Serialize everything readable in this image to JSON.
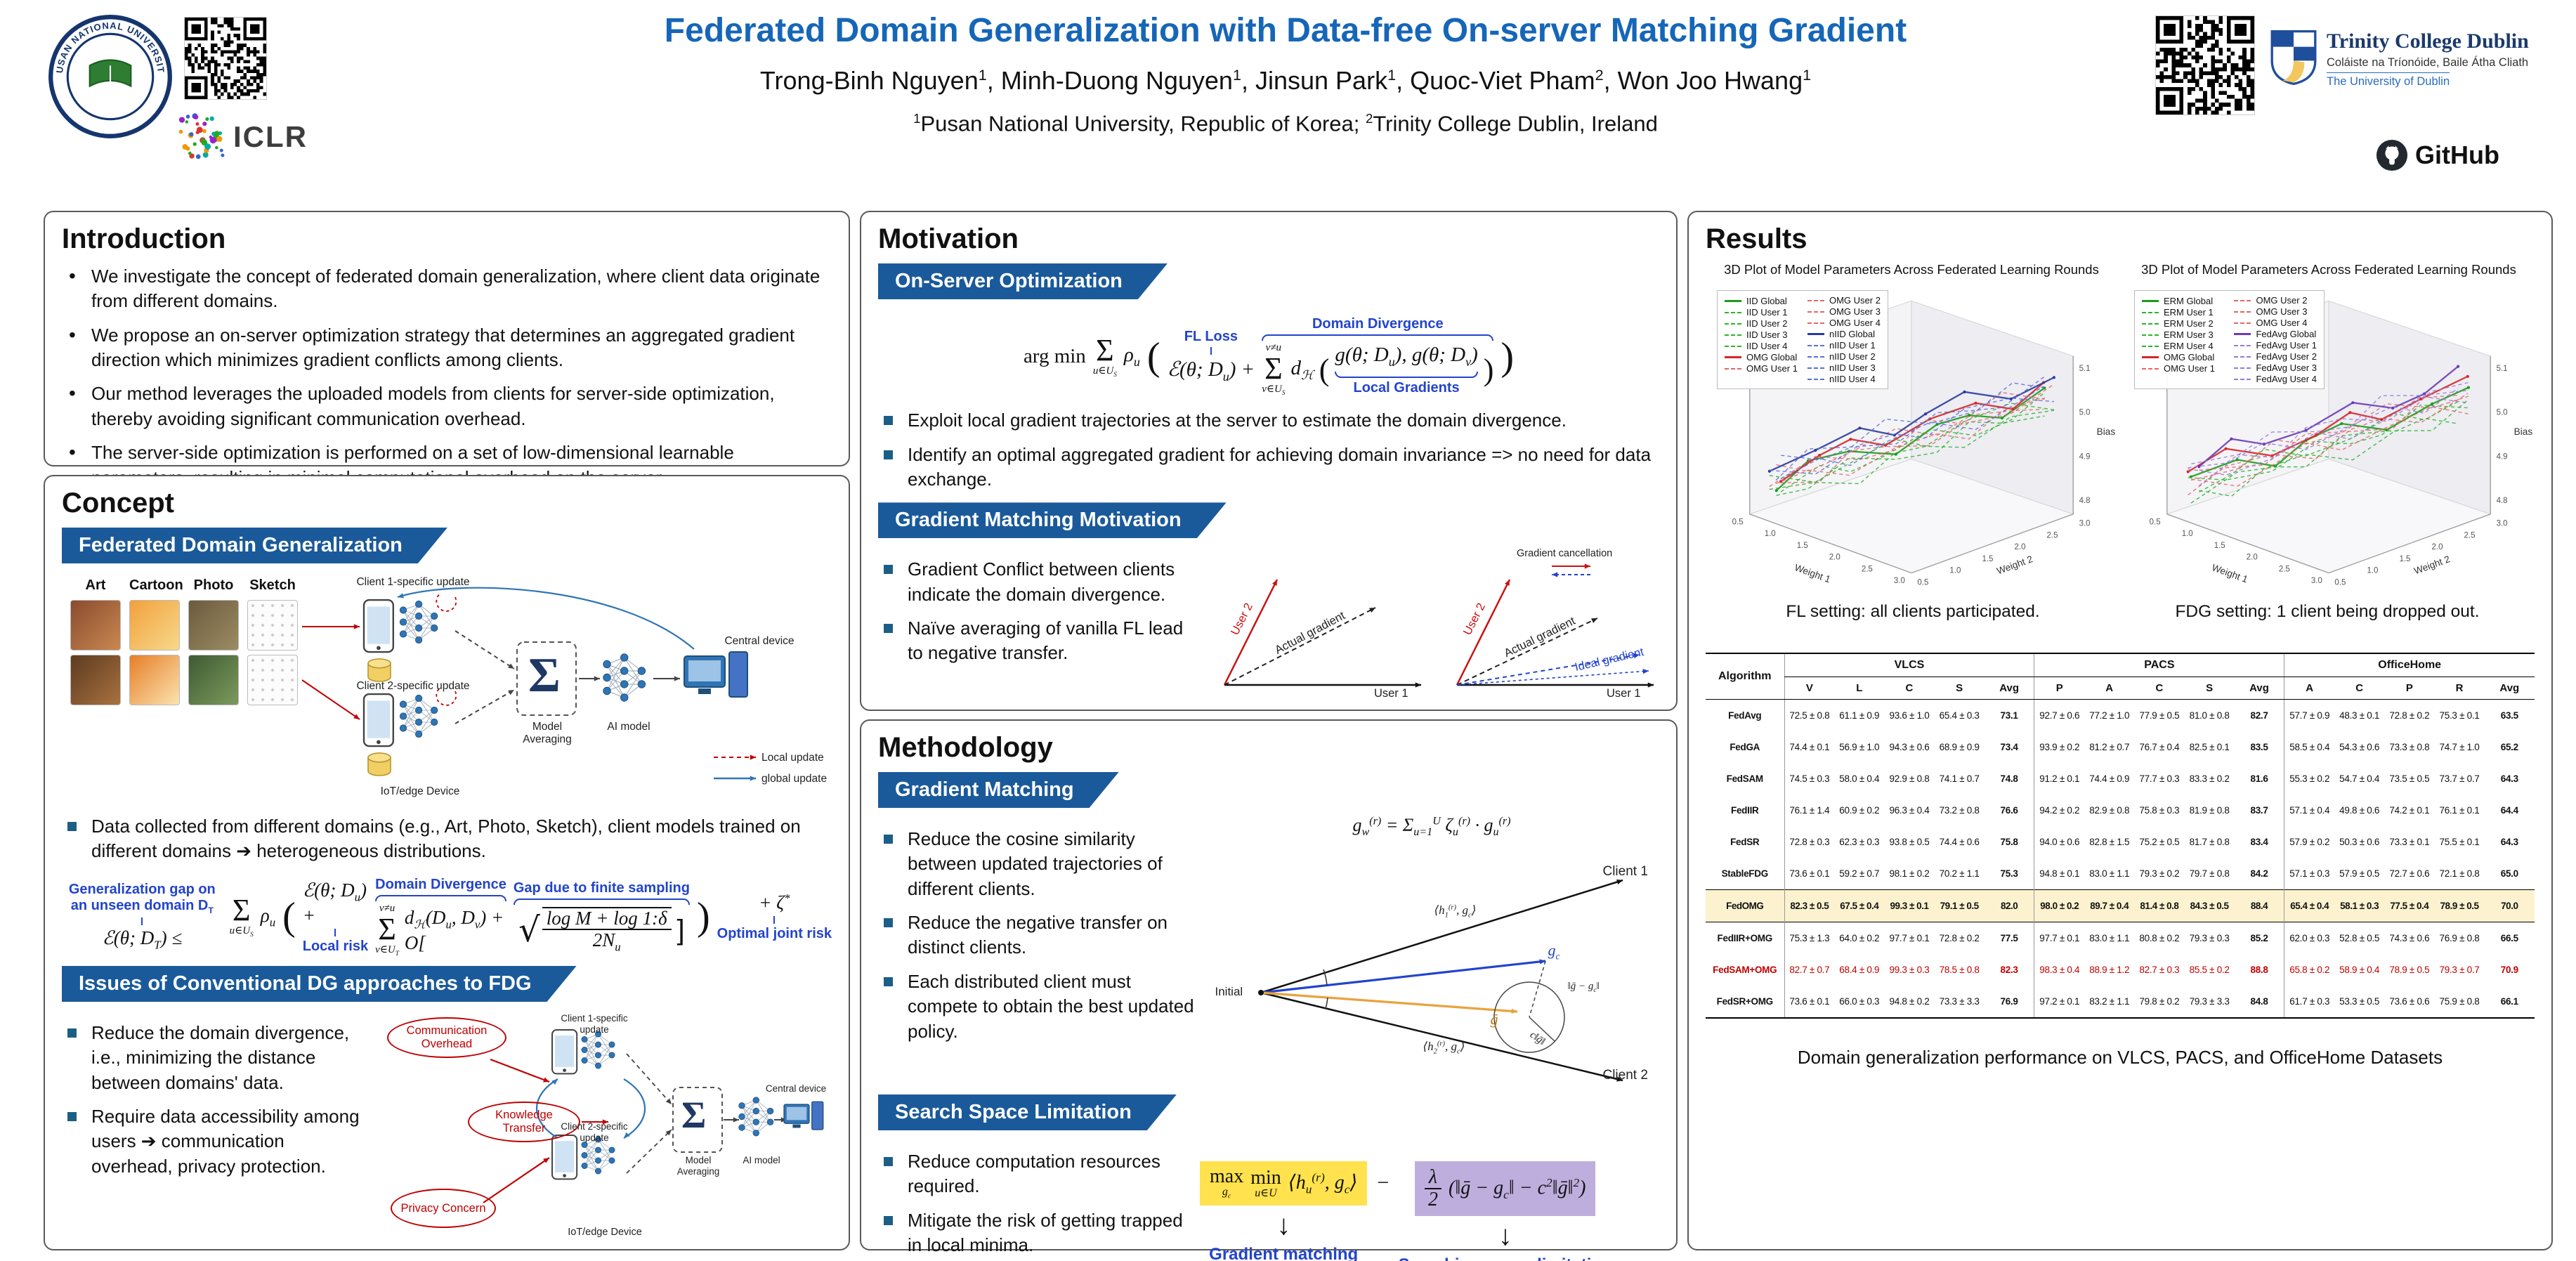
{
  "header": {
    "title": "Federated Domain Generalization with Data-free On-server Matching Gradient",
    "authors": [
      {
        "name": "Trong-Binh Nguyen",
        "sup": "1"
      },
      {
        "name": "Minh-Duong Nguyen",
        "sup": "1"
      },
      {
        "name": "Jinsun Park",
        "sup": "1"
      },
      {
        "name": "Quoc-Viet Pham",
        "sup": "2"
      },
      {
        "name": "Won Joo Hwang",
        "sup": "1"
      }
    ],
    "affiliations": [
      {
        "sup": "1",
        "text": "Pusan National University, Republic of Korea; "
      },
      {
        "sup": "2",
        "text": "Trinity College Dublin, Ireland"
      }
    ],
    "logos": {
      "seal_text": "PUSAN NATIONAL UNIVERSITY",
      "iclr": "ICLR",
      "trinity": {
        "name": "Trinity College Dublin",
        "irish": "Coláiste na Tríonóide, Baile Átha Cliath",
        "sub": "The University of Dublin"
      },
      "github": "GitHub"
    }
  },
  "intro": {
    "heading": "Introduction",
    "bullets": [
      "We investigate the concept of federated domain generalization, where client data originate from different domains.",
      "We propose an on-server optimization strategy that determines an aggregated gradient direction which minimizes gradient conflicts among clients.",
      "Our method leverages the uploaded models from clients for server-side optimization, thereby avoiding significant communication overhead.",
      "The server-side optimization is performed on a set of low-dimensional learnable parameters, resulting in minimal computational overhead on the server."
    ]
  },
  "concept": {
    "heading": "Concept",
    "banner_fdg": "Federated Domain Generalization",
    "domains": [
      "Art",
      "Cartoon",
      "Photo",
      "Sketch"
    ],
    "labels": {
      "client1": "Client 1-specific update",
      "client2": "Client 2-specific update",
      "model_avg": "Model Averaging",
      "ai_model": "AI model",
      "central": "Central device",
      "iot": "IoT/edge Device",
      "local_update": "Local update",
      "global_update": "global update",
      "sigma": "Σ"
    },
    "bullets": [
      "Data collected from different domains (e.g., Art, Photo, Sketch), client models trained on different domains ➔ heterogeneous distributions."
    ],
    "bound": {
      "gap_label": "Generalization gap on an unseen domain D_{T}",
      "divergence_label": "Domain Divergence",
      "finite_label": "Gap due to finite sampling",
      "local_risk": "Local risk",
      "joint_risk": "Optimal joint risk",
      "lhs": "ℰ(θ; D_{T}) ≤",
      "sum1_bot": "u∈U_{S}",
      "rho": "ρ_{u}",
      "term1": "ℰ(θ; D_{u}) +",
      "sum2_top": "v≠u",
      "sum2_bot": "v∈U_{T}",
      "term2": "d_{ℋ}(D_{u}, D_{v}) + O[",
      "sqrt_num": "log M + log 1:δ",
      "sqrt_den": "2N_{u}",
      "tail": "+ ζ^{*}"
    },
    "banner_issues": "Issues of Conventional DG approaches to FDG",
    "issues_bullets": [
      "Reduce the domain divergence, i.e., minimizing the distance between domains' data.",
      "Require data accessibility among users ➔ communication overhead, privacy protection."
    ],
    "issue_ovals": {
      "comm": "Communication Overhead",
      "knowledge": "Knowledge Transfer",
      "privacy": "Privacy Concern"
    }
  },
  "motivation": {
    "heading": "Motivation",
    "banner_onserver": "On-Server Optimization",
    "eq": {
      "fl_label": "FL Loss",
      "dd_label": "Domain Divergence",
      "lg_label": "Local Gradients",
      "argmin": "arg min",
      "sum1_bot": "u∈U_{S}",
      "rho": "ρ_{u}",
      "term1": "ℰ(θ; D_{u}) +",
      "sum2_top": "v≠u",
      "sum2_bot": "v∈U_{S}",
      "dh": "d_{ℋ}",
      "grads": "g(θ; D_{u}), g(θ; D_{v})"
    },
    "bullets_onserver": [
      "Exploit local gradient trajectories at the server to estimate the domain divergence.",
      "Identify an optimal aggregated gradient for achieving domain invariance => no need for data exchange."
    ],
    "banner_gmm": "Gradient Matching Motivation",
    "bullets_gmm": [
      "Gradient Conflict between clients indicate the domain divergence.",
      "Naïve averaging of vanilla FL lead to negative transfer."
    ],
    "vec": {
      "user1": "User 1",
      "user2": "User 2",
      "actual": "Actual gradient",
      "cancel": "Gradient cancellation",
      "ideal": "Ideal gradient"
    }
  },
  "methodology": {
    "heading": "Methodology",
    "banner_gm": "Gradient Matching",
    "bullets_gm": [
      "Reduce the cosine similarity between updated trajectories of different clients.",
      "Reduce the negative transfer on distinct clients.",
      "Each distributed client must compete to obtain the best updated policy."
    ],
    "diagram": {
      "eq": "g_{w}^{(r)} = Σ_{u=1}^{U} ζ_{u}^{(r)} · g_{u}^{(r)}",
      "client1": "Client 1",
      "client2": "Client 2",
      "initial": "Initial",
      "gc": "g_{c}",
      "gbar": "ḡ",
      "diff": "‖ḡ − g_{c}‖",
      "radius": "c‖ḡ‖",
      "ang1": "⟨h_{1}^{(r)}, g_{c}⟩",
      "ang2": "⟨h_{2}^{(r)}, g_{c}⟩"
    },
    "banner_ssl": "Search Space Limitation",
    "bullets_ssl": [
      "Reduce computation resources required.",
      "Mitigate the risk of getting trapped in local minima."
    ],
    "final_eq": {
      "max": "max",
      "max_sub": "g_{c}",
      "min": "min",
      "min_sub": "u∈U",
      "inner": "⟨h_{u}^{(r)}, g_{c}⟩",
      "minus": "−",
      "lam_num": "λ",
      "lam_den": "2",
      "rest": "(‖ḡ − g_{c}‖ − c^{2}‖ḡ‖^{2})",
      "tag_left": "Gradient matching",
      "tag_right": "Searching space limitation"
    }
  },
  "results": {
    "heading": "Results",
    "plot_title": "3D Plot of Model Parameters Across Federated Learning Rounds",
    "axes": {
      "w1": "Weight 1",
      "w2": "Weight 2",
      "bias": "Bias"
    },
    "w_ticks": [
      "0.5",
      "1.0",
      "1.5",
      "2.0",
      "2.5",
      "3.0"
    ],
    "bias_ticks": [
      "5.1",
      "5.0",
      "4.9",
      "4.8"
    ],
    "legend_left": [
      {
        "label": "IID Global",
        "color": "#1a9c1a",
        "dash": false
      },
      {
        "label": "IID User 1",
        "color": "#2db32d",
        "dash": true
      },
      {
        "label": "IID User 2",
        "color": "#2db32d",
        "dash": true
      },
      {
        "label": "IID User 3",
        "color": "#2db32d",
        "dash": true
      },
      {
        "label": "IID User 4",
        "color": "#2db32d",
        "dash": true
      },
      {
        "label": "OMG Global",
        "color": "#d62728",
        "dash": false
      },
      {
        "label": "OMG User 1",
        "color": "#e46667",
        "dash": true
      },
      {
        "label": "OMG User 2",
        "color": "#e46667",
        "dash": true
      },
      {
        "label": "OMG User 3",
        "color": "#e46667",
        "dash": true
      },
      {
        "label": "OMG User 4",
        "color": "#e46667",
        "dash": true
      },
      {
        "label": "nIID Global",
        "color": "#2b3a9e",
        "dash": false
      },
      {
        "label": "nIID User 1",
        "color": "#5a6fd8",
        "dash": true
      },
      {
        "label": "nIID User 2",
        "color": "#5a6fd8",
        "dash": true
      },
      {
        "label": "nIID User 3",
        "color": "#5a6fd8",
        "dash": true
      },
      {
        "label": "nIID User 4",
        "color": "#5a6fd8",
        "dash": true
      }
    ],
    "legend_right": [
      {
        "label": "ERM Global",
        "color": "#1a9c1a",
        "dash": false
      },
      {
        "label": "ERM User 1",
        "color": "#2db32d",
        "dash": true
      },
      {
        "label": "ERM User 2",
        "color": "#2db32d",
        "dash": true
      },
      {
        "label": "ERM User 3",
        "color": "#2db32d",
        "dash": true
      },
      {
        "label": "ERM User 4",
        "color": "#2db32d",
        "dash": true
      },
      {
        "label": "OMG Global",
        "color": "#d62728",
        "dash": false
      },
      {
        "label": "OMG User 1",
        "color": "#e46667",
        "dash": true
      },
      {
        "label": "OMG User 2",
        "color": "#e46667",
        "dash": true
      },
      {
        "label": "OMG User 3",
        "color": "#e46667",
        "dash": true
      },
      {
        "label": "OMG User 4",
        "color": "#e46667",
        "dash": true
      },
      {
        "label": "FedAvg Global",
        "color": "#6a3bb5",
        "dash": false
      },
      {
        "label": "FedAvg User 1",
        "color": "#9a7bd4",
        "dash": true
      },
      {
        "label": "FedAvg User 2",
        "color": "#9a7bd4",
        "dash": true
      },
      {
        "label": "FedAvg User 3",
        "color": "#9a7bd4",
        "dash": true
      },
      {
        "label": "FedAvg User 4",
        "color": "#9a7bd4",
        "dash": true
      }
    ],
    "captions": [
      "FL setting: all clients participated.",
      "FDG setting: 1 client being dropped out."
    ],
    "table": {
      "algorithm_header": "Algorithm",
      "groups": [
        {
          "name": "VLCS",
          "cols": [
            "V",
            "L",
            "C",
            "S",
            "Avg"
          ]
        },
        {
          "name": "PACS",
          "cols": [
            "P",
            "A",
            "C",
            "S",
            "Avg"
          ]
        },
        {
          "name": "OfficeHome",
          "cols": [
            "A",
            "C",
            "P",
            "R",
            "Avg"
          ]
        }
      ],
      "rows": [
        {
          "name": "FedAvg",
          "values": [
            "72.5 ± 0.8",
            "61.1 ± 0.9",
            "93.6 ± 1.0",
            "65.4 ± 0.3",
            "73.1",
            "92.7 ± 0.6",
            "77.2 ± 1.0",
            "77.9 ± 0.5",
            "81.0 ± 0.8",
            "82.7",
            "57.7 ± 0.9",
            "48.3 ± 0.1",
            "72.8 ± 0.2",
            "75.3 ± 0.1",
            "63.5"
          ]
        },
        {
          "name": "FedGA",
          "values": [
            "74.4 ± 0.1",
            "56.9 ± 1.0",
            "94.3 ± 0.6",
            "68.9 ± 0.9",
            "73.4",
            "93.9 ± 0.2",
            "81.2 ± 0.7",
            "76.7 ± 0.4",
            "82.5 ± 0.1",
            "83.5",
            "58.5 ± 0.4",
            "54.3 ± 0.6",
            "73.3 ± 0.8",
            "74.7 ± 1.0",
            "65.2"
          ]
        },
        {
          "name": "FedSAM",
          "values": [
            "74.5 ± 0.3",
            "58.0 ± 0.4",
            "92.9 ± 0.8",
            "74.1 ± 0.7",
            "74.8",
            "91.2 ± 0.1",
            "74.4 ± 0.9",
            "77.7 ± 0.3",
            "83.3 ± 0.2",
            "81.6",
            "55.3 ± 0.2",
            "54.7 ± 0.4",
            "73.5 ± 0.5",
            "73.7 ± 0.7",
            "64.3"
          ]
        },
        {
          "name": "FedIIR",
          "values": [
            "76.1 ± 1.4",
            "60.9 ± 0.2",
            "96.3 ± 0.4",
            "73.2 ± 0.8",
            "76.6",
            "94.2 ± 0.2",
            "82.9 ± 0.8",
            "75.8 ± 0.3",
            "81.9 ± 0.8",
            "83.7",
            "57.1 ± 0.4",
            "49.8 ± 0.6",
            "74.2 ± 0.1",
            "76.1 ± 0.1",
            "64.4"
          ]
        },
        {
          "name": "FedSR",
          "values": [
            "72.8 ± 0.3",
            "62.3 ± 0.3",
            "93.8 ± 0.5",
            "74.4 ± 0.6",
            "75.8",
            "94.0 ± 0.6",
            "82.8 ± 1.5",
            "75.2 ± 0.5",
            "81.7 ± 0.8",
            "83.4",
            "57.9 ± 0.2",
            "50.3 ± 0.6",
            "73.3 ± 0.1",
            "75.5 ± 0.1",
            "64.3"
          ]
        },
        {
          "name": "StableFDG",
          "values": [
            "73.6 ± 0.1",
            "59.2 ± 0.7",
            "98.1 ± 0.2",
            "70.2 ± 1.1",
            "75.3",
            "94.8 ± 0.1",
            "83.0 ± 1.1",
            "79.3 ± 0.2",
            "79.7 ± 0.8",
            "84.2",
            "57.1 ± 0.3",
            "57.9 ± 0.5",
            "72.7 ± 0.6",
            "72.1 ± 0.8",
            "65.0"
          ]
        },
        {
          "name": "FedOMG",
          "highlight": true,
          "bold": true,
          "sep": true,
          "values": [
            "82.3 ± 0.5",
            "67.5 ± 0.4",
            "99.3 ± 0.1",
            "79.1 ± 0.5",
            "82.0",
            "98.0 ± 0.2",
            "89.7 ± 0.4",
            "81.4 ± 0.8",
            "84.3 ± 0.5",
            "88.4",
            "65.4 ± 0.4",
            "58.1 ± 0.3",
            "77.5 ± 0.4",
            "78.9 ± 0.5",
            "70.0"
          ]
        },
        {
          "name": "FedIIR+OMG",
          "sep": true,
          "values": [
            "75.3 ± 1.3",
            "64.0 ± 0.2",
            "97.7 ± 0.1",
            "72.8 ± 0.2",
            "77.5",
            "97.7 ± 0.1",
            "83.0 ± 1.1",
            "80.8 ± 0.2",
            "79.3 ± 0.3",
            "85.2",
            "62.0 ± 0.3",
            "52.8 ± 0.5",
            "74.3 ± 0.6",
            "76.9 ± 0.8",
            "66.5"
          ]
        },
        {
          "name": "FedSAM+OMG",
          "color": "#c00000",
          "values": [
            "82.7 ± 0.7",
            "68.4 ± 0.9",
            "99.3 ± 0.3",
            "78.5 ± 0.8",
            "82.3",
            "98.3 ± 0.4",
            "88.9 ± 1.2",
            "82.7 ± 0.3",
            "85.5 ± 0.2",
            "88.8",
            "65.8 ± 0.2",
            "58.9 ± 0.4",
            "78.9 ± 0.5",
            "79.3 ± 0.7",
            "70.9"
          ]
        },
        {
          "name": "FedSR+OMG",
          "values": [
            "73.6 ± 0.1",
            "66.0 ± 0.3",
            "94.8 ± 0.2",
            "73.3 ± 3.3",
            "76.9",
            "97.2 ± 0.1",
            "83.2 ± 1.1",
            "79.8 ± 0.2",
            "79.3 ± 3.3",
            "84.8",
            "61.7 ± 0.3",
            "53.3 ± 0.5",
            "73.6 ± 0.6",
            "75.9 ± 0.8",
            "66.1"
          ]
        }
      ]
    },
    "table_caption": "Domain generalization performance on VLCS, PACS, and OfficeHome Datasets"
  }
}
